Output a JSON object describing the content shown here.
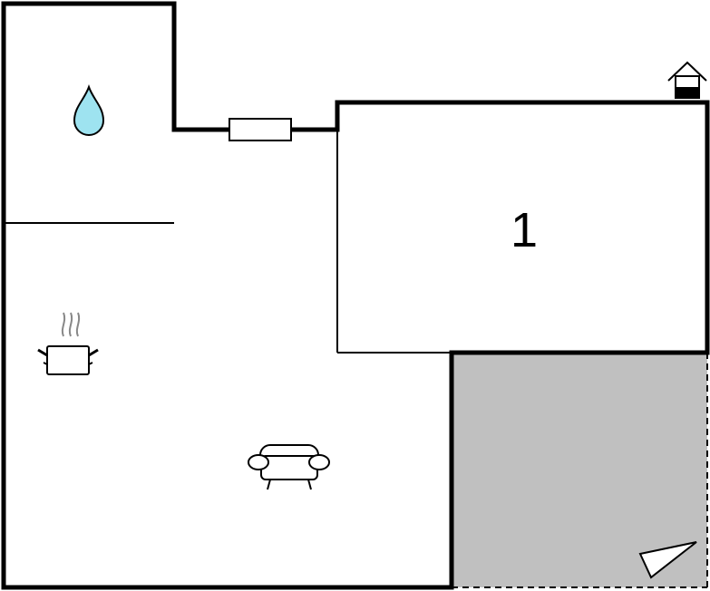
{
  "floorplan": {
    "rooms": [
      {
        "id": "bathroom",
        "icon": "water-drop-icon",
        "label": ""
      },
      {
        "id": "bedroom",
        "icon": "",
        "label": "1"
      },
      {
        "id": "kitchen-living",
        "icons": [
          "cooking-pot-icon",
          "sofa-icon"
        ],
        "label": ""
      },
      {
        "id": "terrace",
        "icon": "compass-arrow-icon",
        "label": "",
        "fill": "#c0c0c0"
      }
    ],
    "bedroom_label": "1",
    "colors": {
      "walls": "#000000",
      "terrace": "#c0c0c0",
      "water": "#9ee3f0",
      "steam": "#888888"
    },
    "symbols": {
      "water": "water-drop-icon",
      "cooking": "cooking-pot-icon",
      "seating": "sofa-icon",
      "entrance": "house-entrance-icon",
      "north": "compass-arrow-icon",
      "window": "window-symbol"
    }
  }
}
